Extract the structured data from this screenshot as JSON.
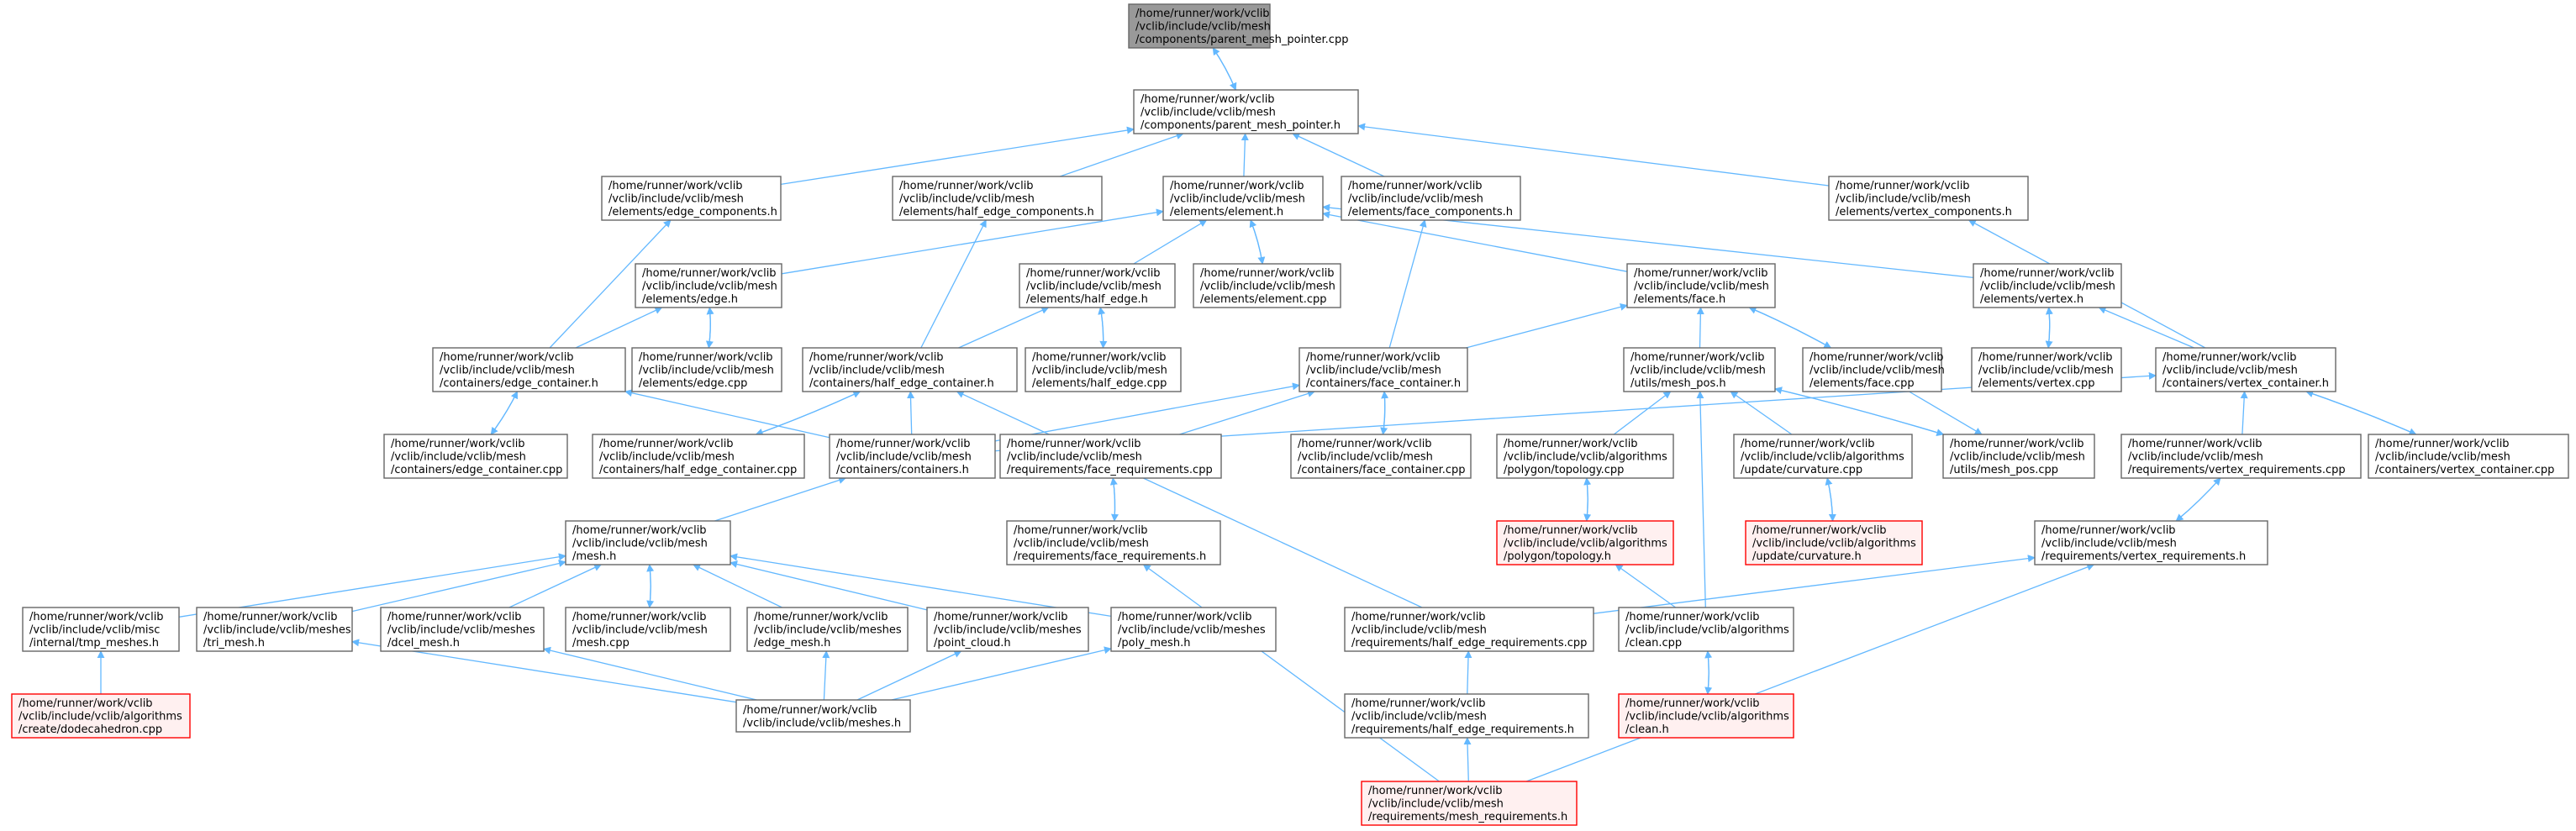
{
  "colors": {
    "edge": "#63b8ff",
    "node_fill": "#ffffff",
    "node_border": "#666666",
    "root_fill": "#999999",
    "root_border": "#666666",
    "truncated_fill": "#fff0f0",
    "truncated_border": "#ff0000"
  },
  "nodes": [
    {
      "id": "root",
      "kind": "root",
      "lines": [
        "/home/runner/work/vclib",
        "/vclib/include/vclib/mesh",
        "/components/parent_mesh_pointer.cpp"
      ]
    },
    {
      "id": "pmp_h",
      "kind": "normal",
      "lines": [
        "/home/runner/work/vclib",
        "/vclib/include/vclib/mesh",
        "/components/parent_mesh_pointer.h"
      ]
    },
    {
      "id": "edge_comp",
      "kind": "normal",
      "lines": [
        "/home/runner/work/vclib",
        "/vclib/include/vclib/mesh",
        "/elements/edge_components.h"
      ]
    },
    {
      "id": "he_comp",
      "kind": "normal",
      "lines": [
        "/home/runner/work/vclib",
        "/vclib/include/vclib/mesh",
        "/elements/half_edge_components.h"
      ]
    },
    {
      "id": "element_h",
      "kind": "normal",
      "lines": [
        "/home/runner/work/vclib",
        "/vclib/include/vclib/mesh",
        "/elements/element.h"
      ]
    },
    {
      "id": "face_comp",
      "kind": "normal",
      "lines": [
        "/home/runner/work/vclib",
        "/vclib/include/vclib/mesh",
        "/elements/face_components.h"
      ]
    },
    {
      "id": "vert_comp",
      "kind": "normal",
      "lines": [
        "/home/runner/work/vclib",
        "/vclib/include/vclib/mesh",
        "/elements/vertex_components.h"
      ]
    },
    {
      "id": "edge_h",
      "kind": "normal",
      "lines": [
        "/home/runner/work/vclib",
        "/vclib/include/vclib/mesh",
        "/elements/edge.h"
      ]
    },
    {
      "id": "he_h",
      "kind": "normal",
      "lines": [
        "/home/runner/work/vclib",
        "/vclib/include/vclib/mesh",
        "/elements/half_edge.h"
      ]
    },
    {
      "id": "element_cpp",
      "kind": "normal",
      "lines": [
        "/home/runner/work/vclib",
        "/vclib/include/vclib/mesh",
        "/elements/element.cpp"
      ]
    },
    {
      "id": "face_h",
      "kind": "normal",
      "lines": [
        "/home/runner/work/vclib",
        "/vclib/include/vclib/mesh",
        "/elements/face.h"
      ]
    },
    {
      "id": "vertex_h",
      "kind": "normal",
      "lines": [
        "/home/runner/work/vclib",
        "/vclib/include/vclib/mesh",
        "/elements/vertex.h"
      ]
    },
    {
      "id": "edge_cont_h",
      "kind": "normal",
      "lines": [
        "/home/runner/work/vclib",
        "/vclib/include/vclib/mesh",
        "/containers/edge_container.h"
      ]
    },
    {
      "id": "edge_cpp",
      "kind": "normal",
      "lines": [
        "/home/runner/work/vclib",
        "/vclib/include/vclib/mesh",
        "/elements/edge.cpp"
      ]
    },
    {
      "id": "he_cont_h",
      "kind": "normal",
      "lines": [
        "/home/runner/work/vclib",
        "/vclib/include/vclib/mesh",
        "/containers/half_edge_container.h"
      ]
    },
    {
      "id": "he_cpp",
      "kind": "normal",
      "lines": [
        "/home/runner/work/vclib",
        "/vclib/include/vclib/mesh",
        "/elements/half_edge.cpp"
      ]
    },
    {
      "id": "face_cont_h",
      "kind": "normal",
      "lines": [
        "/home/runner/work/vclib",
        "/vclib/include/vclib/mesh",
        "/containers/face_container.h"
      ]
    },
    {
      "id": "mesh_pos_h",
      "kind": "normal",
      "lines": [
        "/home/runner/work/vclib",
        "/vclib/include/vclib/mesh",
        "/utils/mesh_pos.h"
      ]
    },
    {
      "id": "face_cpp",
      "kind": "normal",
      "lines": [
        "/home/runner/work/vclib",
        "/vclib/include/vclib/mesh",
        "/elements/face.cpp"
      ]
    },
    {
      "id": "vertex_cpp",
      "kind": "normal",
      "lines": [
        "/home/runner/work/vclib",
        "/vclib/include/vclib/mesh",
        "/elements/vertex.cpp"
      ]
    },
    {
      "id": "vert_cont_h",
      "kind": "normal",
      "lines": [
        "/home/runner/work/vclib",
        "/vclib/include/vclib/mesh",
        "/containers/vertex_container.h"
      ]
    },
    {
      "id": "edge_cont_cpp",
      "kind": "normal",
      "lines": [
        "/home/runner/work/vclib",
        "/vclib/include/vclib/mesh",
        "/containers/edge_container.cpp"
      ]
    },
    {
      "id": "he_cont_cpp",
      "kind": "normal",
      "lines": [
        "/home/runner/work/vclib",
        "/vclib/include/vclib/mesh",
        "/containers/half_edge_container.cpp"
      ]
    },
    {
      "id": "containers_h",
      "kind": "normal",
      "lines": [
        "/home/runner/work/vclib",
        "/vclib/include/vclib/mesh",
        "/containers/containers.h"
      ]
    },
    {
      "id": "face_req_cpp",
      "kind": "normal",
      "lines": [
        "/home/runner/work/vclib",
        "/vclib/include/vclib/mesh",
        "/requirements/face_requirements.cpp"
      ]
    },
    {
      "id": "face_cont_cpp",
      "kind": "normal",
      "lines": [
        "/home/runner/work/vclib",
        "/vclib/include/vclib/mesh",
        "/containers/face_container.cpp"
      ]
    },
    {
      "id": "poly_topo_cpp",
      "kind": "normal",
      "lines": [
        "/home/runner/work/vclib",
        "/vclib/include/vclib/algorithms",
        "/polygon/topology.cpp"
      ]
    },
    {
      "id": "upd_curv_cpp",
      "kind": "normal",
      "lines": [
        "/home/runner/work/vclib",
        "/vclib/include/vclib/algorithms",
        "/update/curvature.cpp"
      ]
    },
    {
      "id": "mesh_pos_cpp",
      "kind": "normal",
      "lines": [
        "/home/runner/work/vclib",
        "/vclib/include/vclib/mesh",
        "/utils/mesh_pos.cpp"
      ]
    },
    {
      "id": "vert_req_cpp",
      "kind": "normal",
      "lines": [
        "/home/runner/work/vclib",
        "/vclib/include/vclib/mesh",
        "/requirements/vertex_requirements.cpp"
      ]
    },
    {
      "id": "vert_cont_cpp",
      "kind": "normal",
      "lines": [
        "/home/runner/work/vclib",
        "/vclib/include/vclib/mesh",
        "/containers/vertex_container.cpp"
      ]
    },
    {
      "id": "mesh_h",
      "kind": "normal",
      "lines": [
        "/home/runner/work/vclib",
        "/vclib/include/vclib/mesh",
        "/mesh.h"
      ]
    },
    {
      "id": "face_req_h",
      "kind": "normal",
      "lines": [
        "/home/runner/work/vclib",
        "/vclib/include/vclib/mesh",
        "/requirements/face_requirements.h"
      ]
    },
    {
      "id": "poly_topo_h",
      "kind": "truncated",
      "lines": [
        "/home/runner/work/vclib",
        "/vclib/include/vclib/algorithms",
        "/polygon/topology.h"
      ]
    },
    {
      "id": "upd_curv_h",
      "kind": "truncated",
      "lines": [
        "/home/runner/work/vclib",
        "/vclib/include/vclib/algorithms",
        "/update/curvature.h"
      ]
    },
    {
      "id": "vert_req_h",
      "kind": "normal",
      "lines": [
        "/home/runner/work/vclib",
        "/vclib/include/vclib/mesh",
        "/requirements/vertex_requirements.h"
      ]
    },
    {
      "id": "tmp_meshes_h",
      "kind": "normal",
      "lines": [
        "/home/runner/work/vclib",
        "/vclib/include/vclib/misc",
        "/internal/tmp_meshes.h"
      ]
    },
    {
      "id": "tri_mesh_h",
      "kind": "normal",
      "lines": [
        "/home/runner/work/vclib",
        "/vclib/include/vclib/meshes",
        "/tri_mesh.h"
      ]
    },
    {
      "id": "dcel_mesh_h",
      "kind": "normal",
      "lines": [
        "/home/runner/work/vclib",
        "/vclib/include/vclib/meshes",
        "/dcel_mesh.h"
      ]
    },
    {
      "id": "mesh_cpp",
      "kind": "normal",
      "lines": [
        "/home/runner/work/vclib",
        "/vclib/include/vclib/mesh",
        "/mesh.cpp"
      ]
    },
    {
      "id": "edge_mesh_h",
      "kind": "normal",
      "lines": [
        "/home/runner/work/vclib",
        "/vclib/include/vclib/meshes",
        "/edge_mesh.h"
      ]
    },
    {
      "id": "point_cloud_h",
      "kind": "normal",
      "lines": [
        "/home/runner/work/vclib",
        "/vclib/include/vclib/meshes",
        "/point_cloud.h"
      ]
    },
    {
      "id": "poly_mesh_h",
      "kind": "normal",
      "lines": [
        "/home/runner/work/vclib",
        "/vclib/include/vclib/meshes",
        "/poly_mesh.h"
      ]
    },
    {
      "id": "he_req_cpp",
      "kind": "normal",
      "lines": [
        "/home/runner/work/vclib",
        "/vclib/include/vclib/mesh",
        "/requirements/half_edge_requirements.cpp"
      ]
    },
    {
      "id": "clean_cpp",
      "kind": "normal",
      "lines": [
        "/home/runner/work/vclib",
        "/vclib/include/vclib/algorithms",
        "/clean.cpp"
      ]
    },
    {
      "id": "dodeca_cpp",
      "kind": "truncated",
      "lines": [
        "/home/runner/work/vclib",
        "/vclib/include/vclib/algorithms",
        "/create/dodecahedron.cpp"
      ]
    },
    {
      "id": "meshes_h",
      "kind": "normal",
      "lines": [
        "/home/runner/work/vclib",
        "/vclib/include/vclib/meshes.h"
      ]
    },
    {
      "id": "he_req_h",
      "kind": "normal",
      "lines": [
        "/home/runner/work/vclib",
        "/vclib/include/vclib/mesh",
        "/requirements/half_edge_requirements.h"
      ]
    },
    {
      "id": "clean_h",
      "kind": "truncated",
      "lines": [
        "/home/runner/work/vclib",
        "/vclib/include/vclib/algorithms",
        "/clean.h"
      ]
    },
    {
      "id": "mesh_req_h",
      "kind": "truncated",
      "lines": [
        "/home/runner/work/vclib",
        "/vclib/include/vclib/mesh",
        "/requirements/mesh_requirements.h"
      ]
    }
  ],
  "edges": [
    [
      "pmp_h",
      "root"
    ],
    [
      "root",
      "pmp_h"
    ],
    [
      "edge_comp",
      "pmp_h"
    ],
    [
      "he_comp",
      "pmp_h"
    ],
    [
      "element_h",
      "pmp_h"
    ],
    [
      "face_comp",
      "pmp_h"
    ],
    [
      "vert_comp",
      "pmp_h"
    ],
    [
      "edge_h",
      "element_h"
    ],
    [
      "he_h",
      "element_h"
    ],
    [
      "element_cpp",
      "element_h"
    ],
    [
      "element_h",
      "element_cpp"
    ],
    [
      "face_h",
      "element_h"
    ],
    [
      "vertex_h",
      "element_h"
    ],
    [
      "edge_cont_h",
      "edge_h"
    ],
    [
      "edge_cpp",
      "edge_h"
    ],
    [
      "edge_h",
      "edge_cpp"
    ],
    [
      "he_cont_h",
      "he_h"
    ],
    [
      "he_cpp",
      "he_h"
    ],
    [
      "he_h",
      "he_cpp"
    ],
    [
      "face_cont_h",
      "face_h"
    ],
    [
      "mesh_pos_h",
      "face_h"
    ],
    [
      "face_cpp",
      "face_h"
    ],
    [
      "face_h",
      "face_cpp"
    ],
    [
      "vertex_cpp",
      "vertex_h"
    ],
    [
      "vertex_h",
      "vertex_cpp"
    ],
    [
      "vert_cont_h",
      "vertex_h"
    ],
    [
      "edge_cont_h",
      "edge_comp"
    ],
    [
      "he_cont_h",
      "he_comp"
    ],
    [
      "face_cont_h",
      "face_comp"
    ],
    [
      "vert_cont_h",
      "vert_comp"
    ],
    [
      "edge_cont_cpp",
      "edge_cont_h"
    ],
    [
      "edge_cont_h",
      "edge_cont_cpp"
    ],
    [
      "containers_h",
      "edge_cont_h"
    ],
    [
      "he_cont_cpp",
      "he_cont_h"
    ],
    [
      "he_cont_h",
      "he_cont_cpp"
    ],
    [
      "containers_h",
      "he_cont_h"
    ],
    [
      "he_req_cpp",
      "he_cont_h"
    ],
    [
      "containers_h",
      "face_cont_h"
    ],
    [
      "face_req_cpp",
      "face_cont_h"
    ],
    [
      "face_cont_cpp",
      "face_cont_h"
    ],
    [
      "face_cont_h",
      "face_cont_cpp"
    ],
    [
      "poly_topo_cpp",
      "mesh_pos_h"
    ],
    [
      "upd_curv_cpp",
      "mesh_pos_h"
    ],
    [
      "mesh_pos_cpp",
      "mesh_pos_h"
    ],
    [
      "mesh_pos_h",
      "mesh_pos_cpp"
    ],
    [
      "clean_cpp",
      "mesh_pos_h"
    ],
    [
      "face_cpp",
      "mesh_pos_cpp"
    ],
    [
      "containers_h",
      "vert_cont_h"
    ],
    [
      "vert_req_cpp",
      "vert_cont_h"
    ],
    [
      "vert_cont_cpp",
      "vert_cont_h"
    ],
    [
      "vert_cont_h",
      "vert_cont_cpp"
    ],
    [
      "mesh_h",
      "containers_h"
    ],
    [
      "face_req_h",
      "face_req_cpp"
    ],
    [
      "face_req_cpp",
      "face_req_h"
    ],
    [
      "poly_topo_h",
      "poly_topo_cpp"
    ],
    [
      "poly_topo_cpp",
      "poly_topo_h"
    ],
    [
      "upd_curv_h",
      "upd_curv_cpp"
    ],
    [
      "upd_curv_cpp",
      "upd_curv_h"
    ],
    [
      "vert_req_h",
      "vert_req_cpp"
    ],
    [
      "vert_req_cpp",
      "vert_req_h"
    ],
    [
      "tmp_meshes_h",
      "mesh_h"
    ],
    [
      "tri_mesh_h",
      "mesh_h"
    ],
    [
      "dcel_mesh_h",
      "mesh_h"
    ],
    [
      "mesh_cpp",
      "mesh_h"
    ],
    [
      "mesh_h",
      "mesh_cpp"
    ],
    [
      "edge_mesh_h",
      "mesh_h"
    ],
    [
      "point_cloud_h",
      "mesh_h"
    ],
    [
      "poly_mesh_h",
      "mesh_h"
    ],
    [
      "clean_cpp",
      "poly_topo_h"
    ],
    [
      "he_req_cpp",
      "vert_req_h"
    ],
    [
      "mesh_req_h",
      "vert_req_h"
    ],
    [
      "mesh_req_h",
      "face_req_h"
    ],
    [
      "dodeca_cpp",
      "tmp_meshes_h"
    ],
    [
      "meshes_h",
      "tri_mesh_h"
    ],
    [
      "meshes_h",
      "dcel_mesh_h"
    ],
    [
      "meshes_h",
      "edge_mesh_h"
    ],
    [
      "meshes_h",
      "point_cloud_h"
    ],
    [
      "meshes_h",
      "poly_mesh_h"
    ],
    [
      "he_req_h",
      "he_req_cpp"
    ],
    [
      "clean_h",
      "clean_cpp"
    ],
    [
      "clean_cpp",
      "clean_h"
    ],
    [
      "mesh_req_h",
      "he_req_h"
    ]
  ]
}
